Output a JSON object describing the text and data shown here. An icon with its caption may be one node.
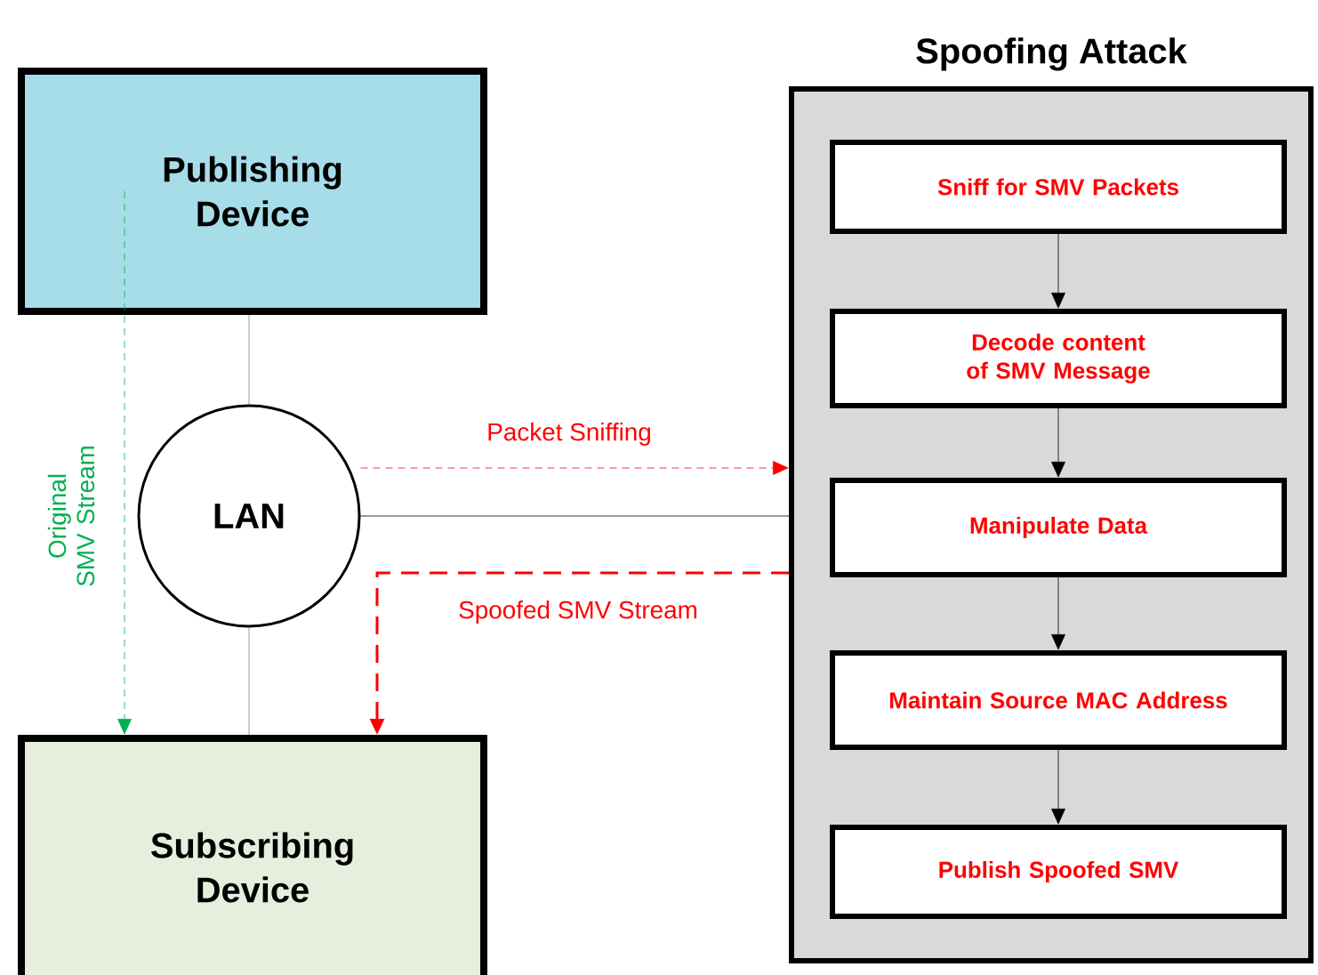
{
  "diagram": {
    "nodes": [
      {
        "text": [
          "Publishing Device"
        ]
      },
      {
        "text": [
          "LAN"
        ]
      },
      {
        "text": [
          "Subscribing Device"
        ]
      },
      {
        "text": [
          "Spoofing Attack"
        ]
      },
      {
        "text": [
          "Sniff for SMV Packets"
        ],
        "in": 3
      },
      {
        "text": [
          "Decode content of SMV Message"
        ],
        "in": 3
      },
      {
        "text": [
          "Manipulate Data"
        ],
        "in": 3
      },
      {
        "text": [
          "Maintain Source MAC Address"
        ],
        "in": 3
      },
      {
        "text": [
          "Publish Spoofed SMV"
        ],
        "in": 3
      }
    ],
    "edges": [
      {
        "from": 0,
        "to": 1,
        "arrow": "none",
        "color": "#808080"
      },
      {
        "from": 1,
        "to": 2,
        "arrow": "none",
        "color": "#808080"
      },
      {
        "from": 0,
        "to": 2,
        "arrow": "to",
        "style": "dashed",
        "color": "#00b050",
        "label": "Original SMV Stream"
      },
      {
        "from": 1,
        "to": 3,
        "arrow": "to",
        "style": "dashed",
        "color": "#ff0000",
        "label": "Packet Sniffing"
      },
      {
        "from": 1,
        "to": 3,
        "arrow": "none"
      },
      {
        "from": 3,
        "to": 2,
        "arrow": "to",
        "style": "dashed",
        "color": "#ff0000",
        "label": "Spoofed SMV Stream"
      },
      {
        "from": 4,
        "to": 5,
        "arrow": "to"
      },
      {
        "from": 5,
        "to": 6,
        "arrow": "to"
      },
      {
        "from": 6,
        "to": 7,
        "arrow": "to"
      },
      {
        "from": 7,
        "to": 8,
        "arrow": "to"
      }
    ]
  }
}
